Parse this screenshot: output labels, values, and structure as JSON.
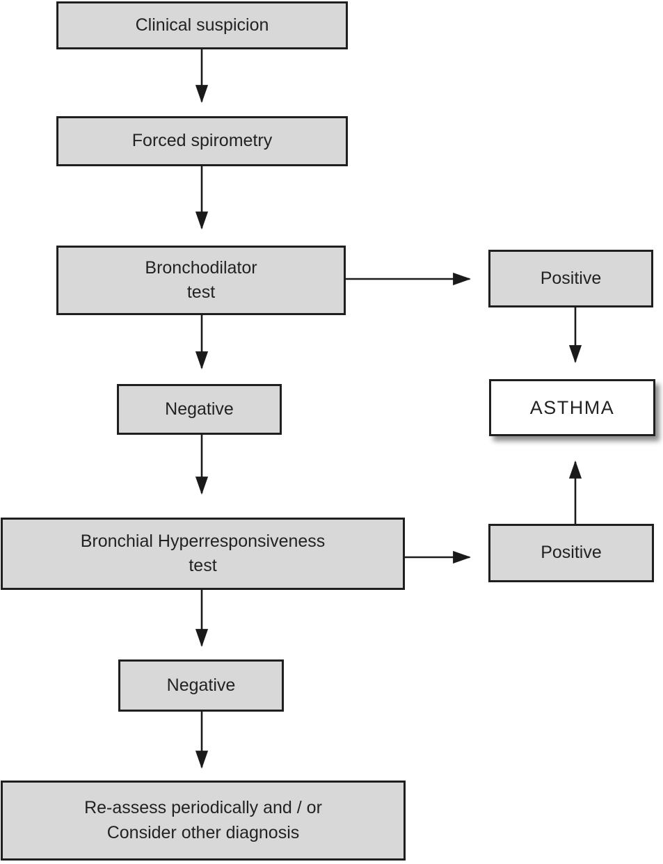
{
  "nodes": {
    "clinical_suspicion": {
      "label": "Clinical suspicion"
    },
    "forced_spirometry": {
      "label": "Forced spirometry"
    },
    "bronchodilator_test": {
      "label": "Bronchodilator\ntest"
    },
    "positive_bronchodilator": {
      "label": "Positive"
    },
    "asthma": {
      "label": "ASTHMA"
    },
    "negative_bronchodilator": {
      "label": "Negative"
    },
    "bhr_test": {
      "label": "Bronchial Hyperresponsiveness\ntest"
    },
    "positive_bhr": {
      "label": "Positive"
    },
    "negative_bhr": {
      "label": "Negative"
    },
    "reassess": {
      "label": "Re-assess periodically and / or\nConsider other diagnosis"
    }
  },
  "edges": [
    {
      "from": "clinical_suspicion",
      "to": "forced_spirometry",
      "direction": "down"
    },
    {
      "from": "forced_spirometry",
      "to": "bronchodilator_test",
      "direction": "down"
    },
    {
      "from": "bronchodilator_test",
      "to": "positive_bronchodilator",
      "direction": "right"
    },
    {
      "from": "positive_bronchodilator",
      "to": "asthma",
      "direction": "down"
    },
    {
      "from": "bronchodilator_test",
      "to": "negative_bronchodilator",
      "direction": "down"
    },
    {
      "from": "negative_bronchodilator",
      "to": "bhr_test",
      "direction": "down"
    },
    {
      "from": "bhr_test",
      "to": "positive_bhr",
      "direction": "right"
    },
    {
      "from": "positive_bhr",
      "to": "asthma",
      "direction": "up"
    },
    {
      "from": "bhr_test",
      "to": "negative_bhr",
      "direction": "down"
    },
    {
      "from": "negative_bhr",
      "to": "reassess",
      "direction": "down"
    }
  ],
  "colors": {
    "node_fill": "#d8d8d8",
    "node_border": "#1f1f1f",
    "asthma_fill": "#ffffff",
    "text": "#222222",
    "arrow": "#1a1a1a",
    "background": "#ffffff"
  }
}
